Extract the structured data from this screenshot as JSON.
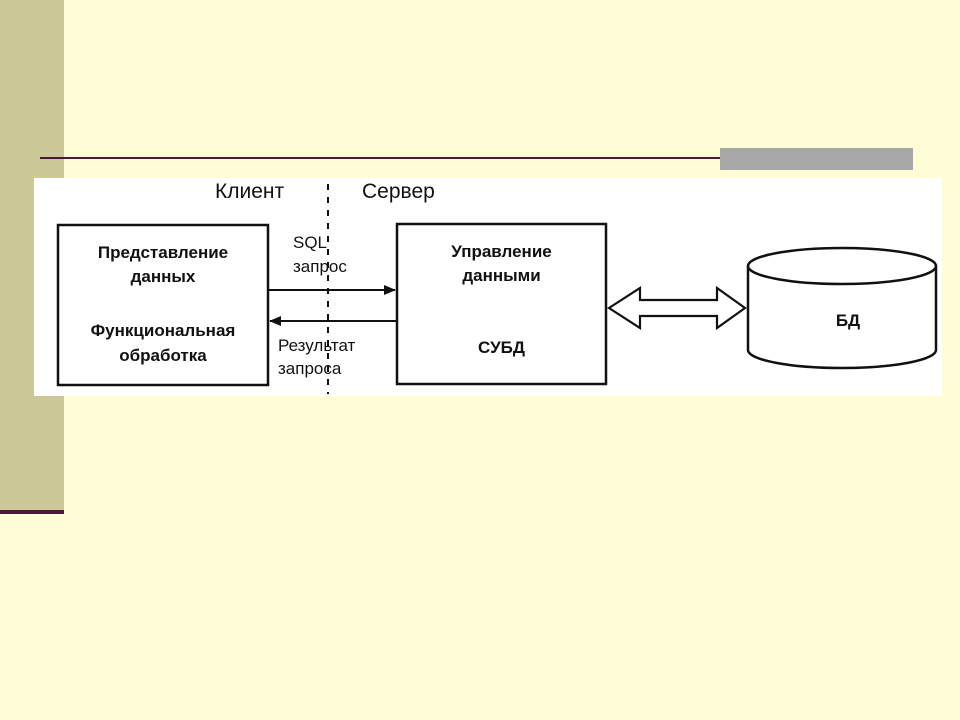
{
  "diagram": {
    "nodes": [
      {
        "id": "client",
        "lines": [
          "Представление",
          "данных",
          "Функциональная",
          "обработка"
        ]
      },
      {
        "id": "server",
        "lines": [
          "Управление",
          "данными",
          "СУБД"
        ]
      },
      {
        "id": "db",
        "lines": [
          "БД"
        ]
      }
    ],
    "regions": {
      "client_label": "Клиент",
      "server_label": "Сервер"
    },
    "edges": [
      {
        "from": "client",
        "to": "server",
        "label_lines": [
          "SQL",
          "запрос"
        ]
      },
      {
        "from": "server",
        "to": "client",
        "label_lines": [
          "Результат",
          "запроса"
        ]
      },
      {
        "from": "server",
        "to": "db",
        "bidirectional": true,
        "label_lines": []
      }
    ]
  }
}
